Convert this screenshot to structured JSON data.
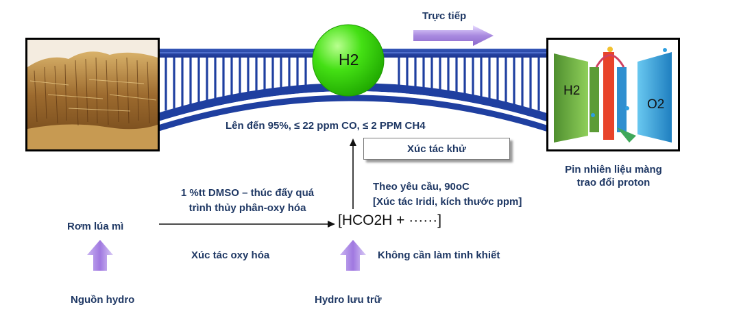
{
  "hydrogen_label": "H2",
  "direct_label": "Trực tiếp",
  "purity_text": "Lên đến 95%, ≤ 22 ppm CO, ≤ 2 PPM CH4",
  "reduction_catalyst": "Xúc tác khử",
  "fuel_cell": {
    "caption_line1": "Pin nhiên liệu màng",
    "caption_line2": "trao đổi proton",
    "h2_label": "H2",
    "o2_label": "O2"
  },
  "on_demand": {
    "line1": "Theo yêu cầu, 90oC",
    "line2": "[Xúc tác Iridi, kích thước ppm]"
  },
  "dmso": {
    "line1": "1 %tt DMSO – thúc đẩy quá",
    "line2": "trình thủy phân-oxy hóa"
  },
  "source_material": "Rơm lúa mì",
  "formula": "[HCO2H + ······]",
  "oxidation_catalyst": "Xúc tác oxy hóa",
  "no_purification": "Không cần làm tinh khiết",
  "hydrogen_source": "Nguồn hydro",
  "hydrogen_storage": "Hydro lưu trữ",
  "colors": {
    "bridge_blue": "#1f3fa0",
    "hydrogen_green": "#33dd00",
    "arrow_lavender": "#a98ae0",
    "text_navy": "#1f3864"
  }
}
